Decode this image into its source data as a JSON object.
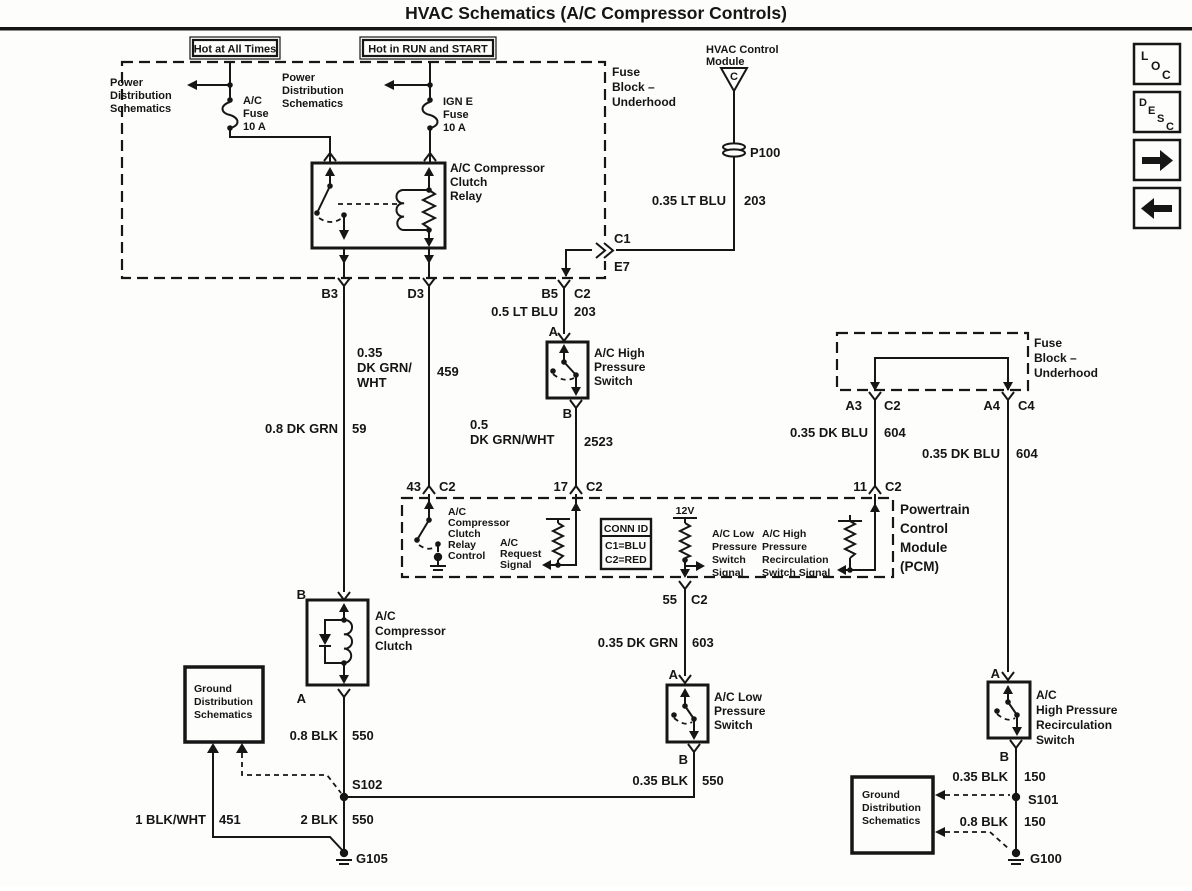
{
  "title": "HVAC Schematics (A/C Compressor Controls)",
  "nav": {
    "loc": [
      "L",
      "O",
      "C"
    ],
    "desc": [
      "D",
      "E",
      "S",
      "C"
    ]
  },
  "banners": {
    "hot_all": "Hot at All Times",
    "hot_run": "Hot in RUN and START"
  },
  "top": {
    "fuse_block": [
      "Fuse",
      "Block –",
      "Underhood"
    ],
    "pd1": [
      "Power",
      "Distribution",
      "Schematics"
    ],
    "pd2": [
      "Power",
      "Distribution",
      "Schematics"
    ],
    "ac_fuse": [
      "A/C",
      "Fuse",
      "10 A"
    ],
    "ign_fuse": [
      "IGN E",
      "Fuse",
      "10 A"
    ],
    "relay": [
      "A/C Compressor",
      "Clutch",
      "Relay"
    ],
    "b3": "B3",
    "d3": "D3"
  },
  "hvac": {
    "label": [
      "HVAC Control",
      "Module"
    ],
    "pin": "C",
    "p100": "P100",
    "wire": {
      "spec": "0.35 LT BLU",
      "ckt": "203"
    },
    "c1": "C1",
    "e7": "E7"
  },
  "hp": {
    "b5": "B5",
    "conn": "C2",
    "wire_in": {
      "spec": "0.5 LT BLU",
      "ckt": "203"
    },
    "a": "A",
    "b": "B",
    "label": [
      "A/C High",
      "Pressure",
      "Switch"
    ],
    "wire_out": {
      "l1": "0.5",
      "l2": "DK GRN/WHT",
      "ckt": "2523"
    }
  },
  "left_wires": {
    "w459": {
      "l1": "0.35",
      "l2": "DK GRN/",
      "l3": "WHT",
      "ckt": "459"
    },
    "w59": {
      "spec": "0.8 DK GRN",
      "ckt": "59"
    }
  },
  "pcm": {
    "label": [
      "Powertrain",
      "Control",
      "Module",
      "(PCM)"
    ],
    "pin43": {
      "pin": "43",
      "conn": "C2"
    },
    "pin17": {
      "pin": "17",
      "conn": "C2"
    },
    "pin11": {
      "pin": "11",
      "conn": "C2"
    },
    "pin55": {
      "pin": "55",
      "conn": "C2"
    },
    "relay_control": [
      "A/C",
      "Compressor",
      "Clutch",
      "Relay",
      "Control"
    ],
    "request": [
      "A/C",
      "Request",
      "Signal"
    ],
    "conn_id": {
      "header": "CONN ID",
      "rows": [
        "C1=BLU",
        "C2=RED"
      ]
    },
    "v12": "12V",
    "low_sig": [
      "A/C Low",
      "Pressure",
      "Switch",
      "Signal"
    ],
    "high_sig": [
      "A/C High",
      "Pressure",
      "Recirculation",
      "Switch Signal"
    ]
  },
  "right": {
    "fuse_block": [
      "Fuse",
      "Block –",
      "Underhood"
    ],
    "a3": "A3",
    "a3_conn": "C2",
    "a4": "A4",
    "a4_conn": "C4",
    "w604a": {
      "spec": "0.35 DK BLU",
      "ckt": "604"
    },
    "w604b": {
      "spec": "0.35 DK BLU",
      "ckt": "604"
    }
  },
  "low": {
    "wire_in": {
      "spec": "0.35 DK GRN",
      "ckt": "603"
    },
    "a": "A",
    "b": "B",
    "label": [
      "A/C Low",
      "Pressure",
      "Switch"
    ],
    "wire_out": {
      "spec": "0.35 BLK",
      "ckt": "550"
    }
  },
  "recirc": {
    "a": "A",
    "b": "B",
    "label": [
      "A/C",
      "High Pressure",
      "Recirculation",
      "Switch"
    ],
    "w150a": {
      "spec": "0.35 BLK",
      "ckt": "150"
    },
    "s101": "S101",
    "w150b": {
      "spec": "0.8 BLK",
      "ckt": "150"
    },
    "g100": "G100"
  },
  "clutch": {
    "b": "B",
    "a": "A",
    "label": [
      "A/C",
      "Compressor",
      "Clutch"
    ],
    "w550": {
      "spec": "0.8 BLK",
      "ckt": "550"
    },
    "s102": "S102",
    "w550b": {
      "spec": "2 BLK",
      "ckt": "550"
    },
    "w451": {
      "spec": "1 BLK/WHT",
      "ckt": "451"
    },
    "g105": "G105"
  },
  "grounds": {
    "left": [
      "Ground",
      "Distribution",
      "Schematics"
    ],
    "right": [
      "Ground",
      "Distribution",
      "Schematics"
    ]
  }
}
